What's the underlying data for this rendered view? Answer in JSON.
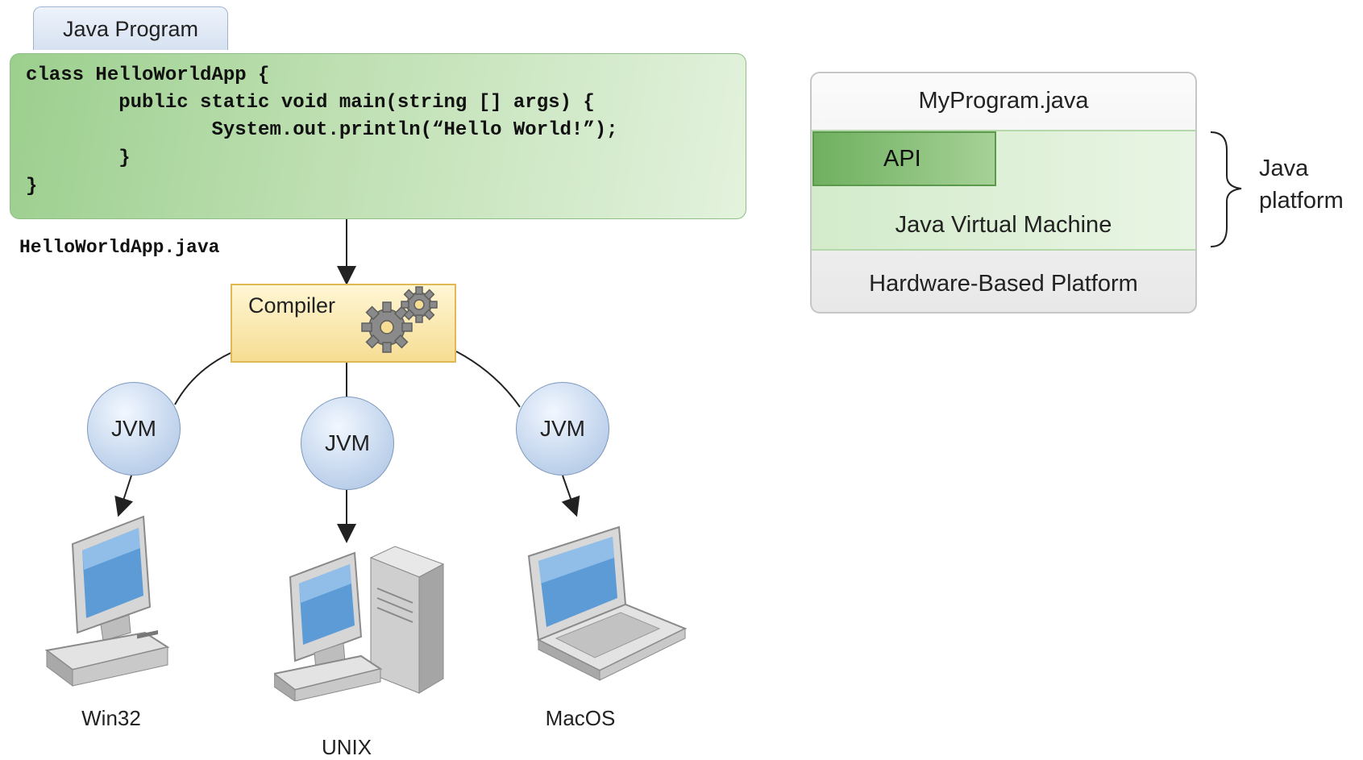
{
  "program": {
    "tab_label": "Java Program",
    "code_lines": [
      "class HelloWorldApp {",
      "        public static void main(string [] args) {",
      "                System.out.println(“Hello World!”);",
      "        }",
      "}"
    ],
    "filename": "HelloWorldApp.java"
  },
  "compiler": {
    "label": "Compiler"
  },
  "jvms": [
    "JVM",
    "JVM",
    "JVM"
  ],
  "platforms": [
    "Win32",
    "UNIX",
    "MacOS"
  ],
  "stack": {
    "top": "MyProgram.java",
    "api": "API",
    "vm": "Java Virtual Machine",
    "hardware": "Hardware-Based Platform",
    "bracket_label_line1": "Java",
    "bracket_label_line2": "platform"
  },
  "colors": {
    "code_green": "#bfe0b3",
    "api_green": "#6fb05f",
    "compiler_yellow": "#f6dd93",
    "jvm_blue": "#c8d9ef"
  }
}
